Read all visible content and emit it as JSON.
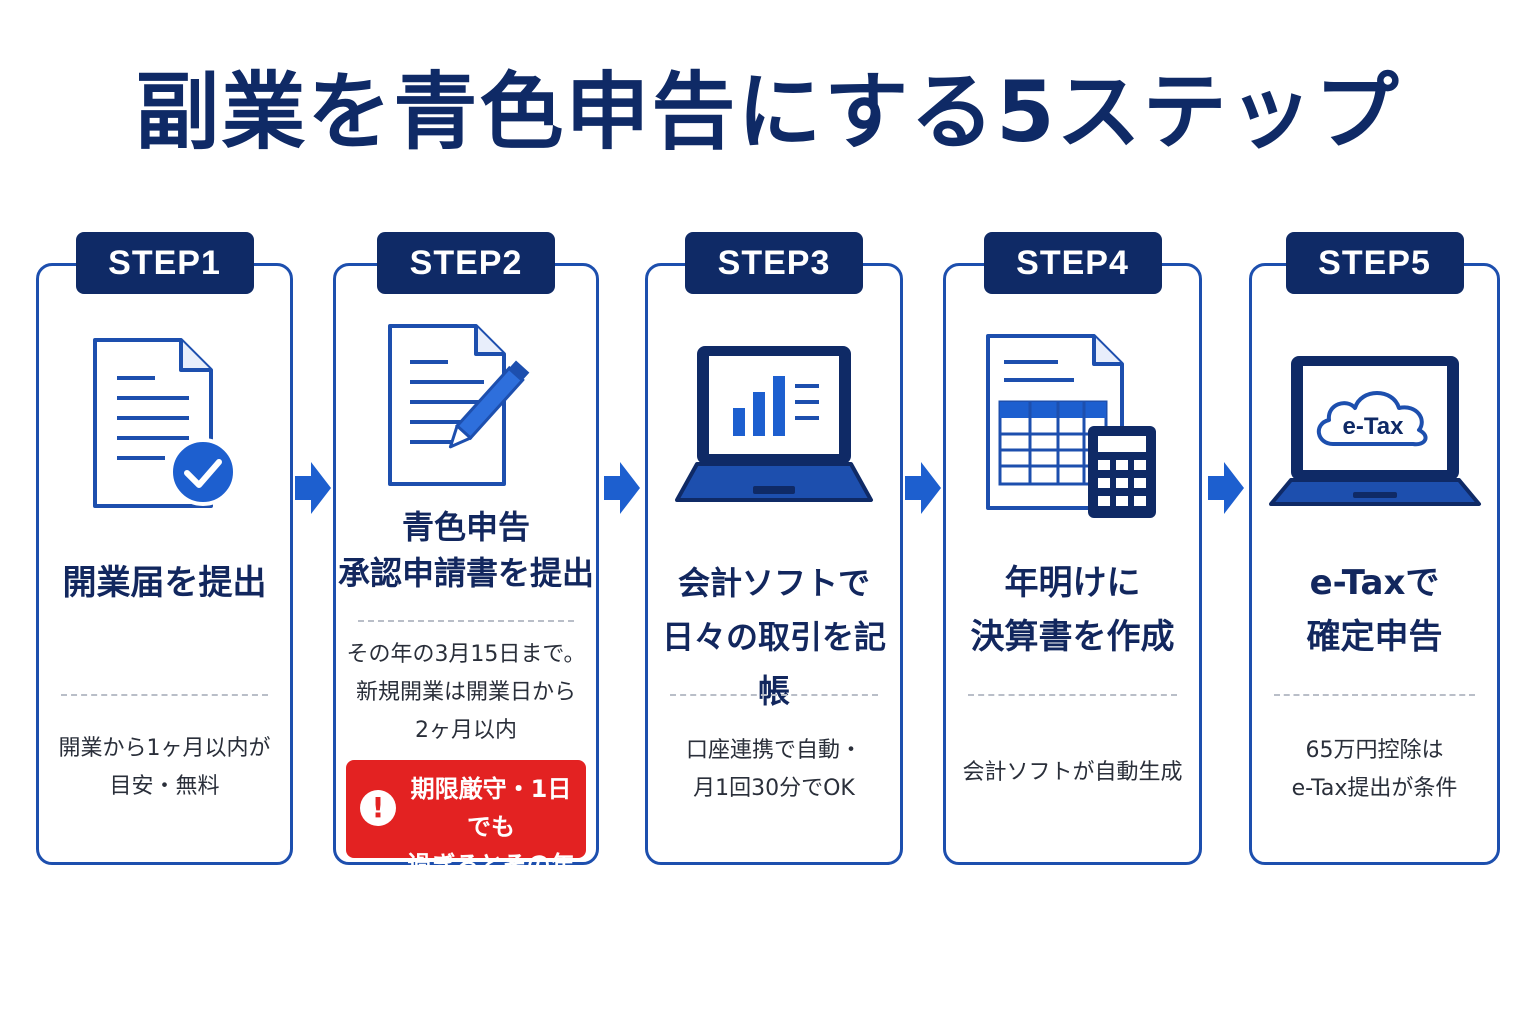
{
  "title": "副業を青色申告にする5ステップ",
  "colors": {
    "navy": "#0f2a66",
    "blue": "#1d4fae",
    "warning": "#e32222"
  },
  "steps": [
    {
      "badge": "STEP1",
      "icon": "document-check-icon",
      "heading": [
        "開業届を提出"
      ],
      "note": [
        "開業から1ヶ月以内が",
        "目安・無料"
      ]
    },
    {
      "badge": "STEP2",
      "icon": "document-pen-icon",
      "heading": [
        "青色申告",
        "承認申請書を提出"
      ],
      "note": [
        "その年の3月15日まで。",
        "新規開業は開業日から",
        "2ヶ月以内"
      ],
      "warning": [
        "期限厳守・1日でも",
        "過ぎるとその年は白色"
      ]
    },
    {
      "badge": "STEP3",
      "icon": "laptop-chart-icon",
      "heading": [
        "会計ソフトで",
        "日々の取引を記帳"
      ],
      "note": [
        "口座連携で自動・",
        "月1回30分でOK"
      ]
    },
    {
      "badge": "STEP4",
      "icon": "spreadsheet-calculator-icon",
      "heading": [
        "年明けに",
        "決算書を作成"
      ],
      "note": [
        "会計ソフトが自動生成"
      ]
    },
    {
      "badge": "STEP5",
      "icon": "laptop-etax-cloud-icon",
      "cloud_label": "e-Tax",
      "heading": [
        "e-Taxで",
        "確定申告"
      ],
      "note": [
        "65万円控除は",
        "e-Tax提出が条件"
      ]
    }
  ]
}
